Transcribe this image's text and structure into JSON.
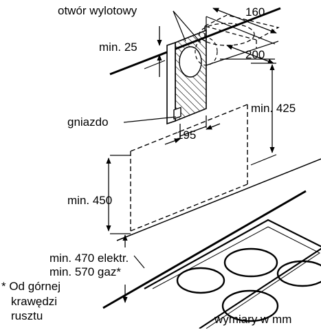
{
  "labels": {
    "outlet": "otwór wylotowy",
    "socket": "gniazdo",
    "dim_160": "160",
    "dim_200": "200",
    "dim_195": "195",
    "min_25": "min. 25",
    "min_425": "min. 425",
    "min_450": "min. 450",
    "min_470": "min. 470 elektr.",
    "min_570": "min. 570 gaz*",
    "note_line1": "* Od górnej",
    "note_line2": "krawędzi",
    "note_line3": "rusztu",
    "units": "wymiary w mm"
  }
}
